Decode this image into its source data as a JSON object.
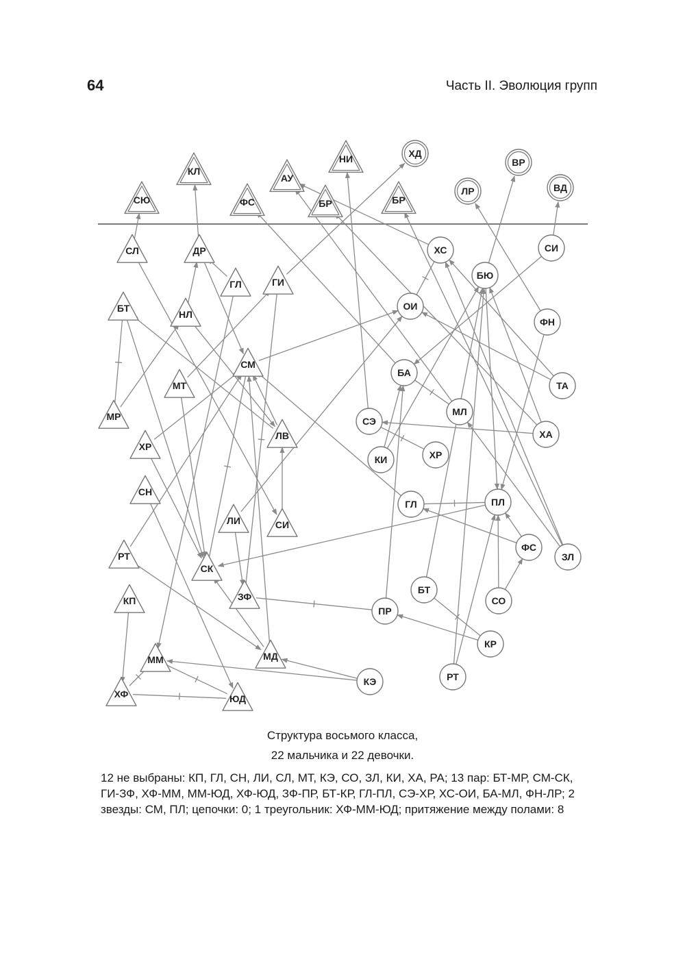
{
  "header": {
    "page_number": "64",
    "running_title": "Часть II. Эволюция групп"
  },
  "diagram": {
    "nodes": [
      {
        "id": "h-syu",
        "label": "СЮ",
        "shape": "double-triangle"
      },
      {
        "id": "h-kl",
        "label": "КЛ",
        "shape": "double-triangle"
      },
      {
        "id": "h-fs",
        "label": "ФС",
        "shape": "double-triangle"
      },
      {
        "id": "h-au",
        "label": "АУ",
        "shape": "double-triangle"
      },
      {
        "id": "h-br1",
        "label": "БР",
        "shape": "double-triangle"
      },
      {
        "id": "h-ni",
        "label": "НИ",
        "shape": "double-triangle"
      },
      {
        "id": "h-br2",
        "label": "БР",
        "shape": "double-triangle"
      },
      {
        "id": "h-hd",
        "label": "ХД",
        "shape": "double-circle"
      },
      {
        "id": "h-lr",
        "label": "ЛР",
        "shape": "double-circle"
      },
      {
        "id": "h-vr",
        "label": "ВР",
        "shape": "double-circle"
      },
      {
        "id": "h-vd",
        "label": "ВД",
        "shape": "double-circle"
      },
      {
        "id": "sl",
        "label": "СЛ",
        "shape": "triangle"
      },
      {
        "id": "dr",
        "label": "ДР",
        "shape": "triangle"
      },
      {
        "id": "gl-t",
        "label": "ГЛ",
        "shape": "triangle"
      },
      {
        "id": "gi",
        "label": "ГИ",
        "shape": "triangle"
      },
      {
        "id": "bt-t",
        "label": "БТ",
        "shape": "triangle"
      },
      {
        "id": "nl",
        "label": "НЛ",
        "shape": "triangle"
      },
      {
        "id": "sm",
        "label": "СМ",
        "shape": "triangle"
      },
      {
        "id": "mt",
        "label": "МТ",
        "shape": "triangle"
      },
      {
        "id": "mr",
        "label": "МР",
        "shape": "triangle"
      },
      {
        "id": "lv",
        "label": "ЛВ",
        "shape": "triangle"
      },
      {
        "id": "hr-t",
        "label": "ХР",
        "shape": "triangle"
      },
      {
        "id": "sn",
        "label": "СН",
        "shape": "triangle"
      },
      {
        "id": "li",
        "label": "ЛИ",
        "shape": "triangle"
      },
      {
        "id": "si-t",
        "label": "СИ",
        "shape": "triangle"
      },
      {
        "id": "rt-t",
        "label": "РТ",
        "shape": "triangle"
      },
      {
        "id": "sk",
        "label": "СК",
        "shape": "triangle"
      },
      {
        "id": "zf",
        "label": "ЗФ",
        "shape": "triangle"
      },
      {
        "id": "kp",
        "label": "КП",
        "shape": "triangle"
      },
      {
        "id": "md",
        "label": "МД",
        "shape": "triangle"
      },
      {
        "id": "mm",
        "label": "ММ",
        "shape": "triangle"
      },
      {
        "id": "hf",
        "label": "ХФ",
        "shape": "triangle"
      },
      {
        "id": "yud",
        "label": "ЮД",
        "shape": "triangle"
      },
      {
        "id": "hs",
        "label": "ХС",
        "shape": "circle"
      },
      {
        "id": "si-c",
        "label": "СИ",
        "shape": "circle"
      },
      {
        "id": "byu",
        "label": "БЮ",
        "shape": "circle"
      },
      {
        "id": "oi",
        "label": "ОИ",
        "shape": "circle"
      },
      {
        "id": "fn",
        "label": "ФН",
        "shape": "circle"
      },
      {
        "id": "ba",
        "label": "БА",
        "shape": "circle"
      },
      {
        "id": "ta",
        "label": "ТА",
        "shape": "circle"
      },
      {
        "id": "ml",
        "label": "МЛ",
        "shape": "circle"
      },
      {
        "id": "se",
        "label": "СЭ",
        "shape": "circle"
      },
      {
        "id": "ha",
        "label": "ХА",
        "shape": "circle"
      },
      {
        "id": "ki",
        "label": "КИ",
        "shape": "circle"
      },
      {
        "id": "hr-c",
        "label": "ХР",
        "shape": "circle"
      },
      {
        "id": "gl-c",
        "label": "ГЛ",
        "shape": "circle"
      },
      {
        "id": "pl",
        "label": "ПЛ",
        "shape": "circle"
      },
      {
        "id": "fs-c",
        "label": "ФС",
        "shape": "circle"
      },
      {
        "id": "zl",
        "label": "ЗЛ",
        "shape": "circle"
      },
      {
        "id": "bt-c",
        "label": "БТ",
        "shape": "circle"
      },
      {
        "id": "so",
        "label": "СО",
        "shape": "circle"
      },
      {
        "id": "pr",
        "label": "ПР",
        "shape": "circle"
      },
      {
        "id": "kr",
        "label": "КР",
        "shape": "circle"
      },
      {
        "id": "ke",
        "label": "КЭ",
        "shape": "circle"
      },
      {
        "id": "rt-c",
        "label": "РТ",
        "shape": "circle"
      }
    ],
    "edges": [
      {
        "from": "sl",
        "to": "h-syu"
      },
      {
        "from": "dr",
        "to": "h-kl"
      },
      {
        "from": "hs",
        "to": "h-au"
      },
      {
        "from": "ba",
        "to": "h-fs"
      },
      {
        "from": "ml",
        "to": "h-au"
      },
      {
        "from": "se",
        "to": "h-ni"
      },
      {
        "from": "zl",
        "to": "h-br2"
      },
      {
        "from": "gi",
        "to": "h-hd"
      },
      {
        "from": "fn",
        "to": "h-lr"
      },
      {
        "from": "byu",
        "to": "h-vr"
      },
      {
        "from": "si-c",
        "to": "h-vd"
      },
      {
        "from": "ha",
        "to": "h-br1"
      },
      {
        "from": "gl-t",
        "to": "dr"
      },
      {
        "from": "nl",
        "to": "dr"
      },
      {
        "from": "mr",
        "to": "nl"
      },
      {
        "from": "mr",
        "to": "bt-t",
        "mutual": true
      },
      {
        "from": "mt",
        "to": "gi"
      },
      {
        "from": "dr",
        "to": "sm"
      },
      {
        "from": "lv",
        "to": "sm"
      },
      {
        "from": "hr-t",
        "to": "sm"
      },
      {
        "from": "rt-t",
        "to": "sm"
      },
      {
        "from": "gl-c",
        "to": "sm"
      },
      {
        "from": "md",
        "to": "sm"
      },
      {
        "from": "sk",
        "to": "sm",
        "mutual": true
      },
      {
        "from": "sm",
        "to": "oi"
      },
      {
        "from": "nl",
        "to": "lv"
      },
      {
        "from": "lv",
        "to": "bt-t"
      },
      {
        "from": "sl",
        "to": "si-t"
      },
      {
        "from": "si-t",
        "to": "lv"
      },
      {
        "from": "bt-t",
        "to": "sk"
      },
      {
        "from": "mt",
        "to": "sk"
      },
      {
        "from": "md",
        "to": "sk"
      },
      {
        "from": "sn",
        "to": "yud"
      },
      {
        "from": "hf",
        "to": "yud",
        "mutual": true
      },
      {
        "from": "mm",
        "to": "yud",
        "mutual": true
      },
      {
        "from": "hf",
        "to": "mm",
        "mutual": true
      },
      {
        "from": "kp",
        "to": "hf"
      },
      {
        "from": "ke",
        "to": "mm"
      },
      {
        "from": "ke",
        "to": "md"
      },
      {
        "from": "rt-t",
        "to": "md"
      },
      {
        "from": "li",
        "to": "zf"
      },
      {
        "from": "li",
        "to": "oi"
      },
      {
        "from": "gi",
        "to": "zf",
        "mutual": true
      },
      {
        "from": "zf",
        "to": "pr",
        "mutual": true
      },
      {
        "from": "pl",
        "to": "sk"
      },
      {
        "from": "gl-t",
        "to": "mm"
      },
      {
        "from": "hs",
        "to": "oi",
        "mutual": true
      },
      {
        "from": "ta",
        "to": "oi"
      },
      {
        "from": "ta",
        "to": "hs"
      },
      {
        "from": "ml",
        "to": "ba",
        "mutual": true
      },
      {
        "from": "si-c",
        "to": "ba"
      },
      {
        "from": "ki",
        "to": "ba"
      },
      {
        "from": "pr",
        "to": "ba"
      },
      {
        "from": "ki",
        "to": "byu"
      },
      {
        "from": "hr-c",
        "to": "se",
        "mutual": true
      },
      {
        "from": "ha",
        "to": "se"
      },
      {
        "from": "zl",
        "to": "ml"
      },
      {
        "from": "fn",
        "to": "pl"
      },
      {
        "from": "byu",
        "to": "pl"
      },
      {
        "from": "gl-c",
        "to": "pl",
        "mutual": true
      },
      {
        "from": "fs-c",
        "to": "pl"
      },
      {
        "from": "so",
        "to": "pl"
      },
      {
        "from": "rt-c",
        "to": "pl"
      },
      {
        "from": "so",
        "to": "fs-c"
      },
      {
        "from": "fs-c",
        "to": "gl-c"
      },
      {
        "from": "bt-c",
        "to": "byu"
      },
      {
        "from": "bt-c",
        "to": "kr",
        "mutual": true
      },
      {
        "from": "kr",
        "to": "pr"
      },
      {
        "from": "ha",
        "to": "byu"
      },
      {
        "from": "rt-c",
        "to": "byu"
      },
      {
        "from": "zl",
        "to": "hs"
      },
      {
        "from": "hr-t",
        "to": "sk"
      }
    ]
  },
  "caption": {
    "line1": "Структура восьмого класса,",
    "line2": "22 мальчика и 22 девочки."
  },
  "stats": {
    "text": "12 не выбраны: КП, ГЛ, СН, ЛИ, СЛ, МТ, КЭ, СО, ЗЛ, КИ, ХА, РА; 13 пар: БТ-МР, СМ-СК, ГИ-ЗФ, ХФ-ММ, ММ-ЮД, ХФ-ЮД, ЗФ-ПР, БТ-КР, ГЛ-ПЛ, СЭ-ХР, ХС-ОИ, БА-МЛ, ФН-ЛР; 2 звезды: СМ, ПЛ; цепочки: 0; 1 треугольник: ХФ-ММ-ЮД; притяжение между полами: 8"
  },
  "colors": {
    "stroke": "#8a8a8a",
    "divider": "#7a7a7a",
    "text": "#1a1a1a"
  }
}
